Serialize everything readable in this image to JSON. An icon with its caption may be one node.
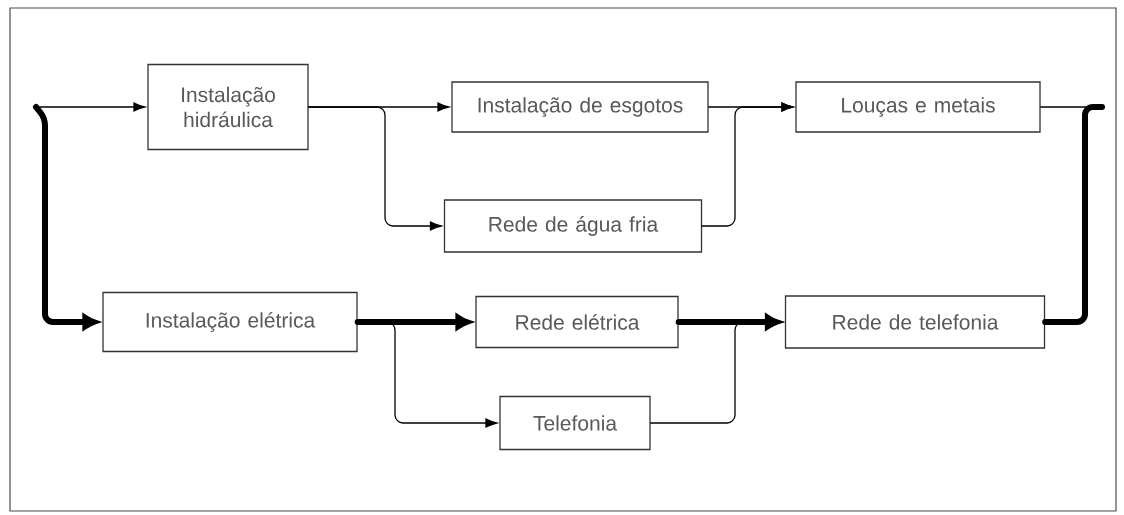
{
  "diagram": {
    "nodes": [
      {
        "text": [
          "Instalação hidráulica"
        ]
      },
      {
        "text": [
          "Instalação de esgotos"
        ]
      },
      {
        "text": [
          "Rede de água fria"
        ]
      },
      {
        "text": [
          "Louças e metais"
        ]
      },
      {
        "text": [
          "Instalação elétrica"
        ]
      },
      {
        "text": [
          "Rede elétrica"
        ]
      },
      {
        "text": [
          "Telefonia"
        ]
      },
      {
        "text": [
          "Rede de telefonia"
        ]
      }
    ],
    "edges": [
      {
        "from": null,
        "to": 0,
        "arrow": "to"
      },
      {
        "from": null,
        "to": 4,
        "arrow": "to",
        "style": "thick"
      },
      {
        "from": 0,
        "to": 1,
        "arrow": "to"
      },
      {
        "from": 0,
        "to": 2,
        "arrow": "to"
      },
      {
        "from": 1,
        "to": 3,
        "arrow": "to"
      },
      {
        "from": 2,
        "to": 3,
        "arrow": "to"
      },
      {
        "from": 4,
        "to": 5,
        "arrow": "to",
        "style": "thick"
      },
      {
        "from": 4,
        "to": 6,
        "arrow": "to"
      },
      {
        "from": 5,
        "to": 7,
        "arrow": "to",
        "style": "thick"
      },
      {
        "from": 6,
        "to": 7,
        "arrow": "to"
      },
      {
        "from": 3,
        "to": null,
        "arrow": "none"
      },
      {
        "from": 7,
        "to": null,
        "arrow": "none",
        "style": "thick"
      }
    ]
  }
}
